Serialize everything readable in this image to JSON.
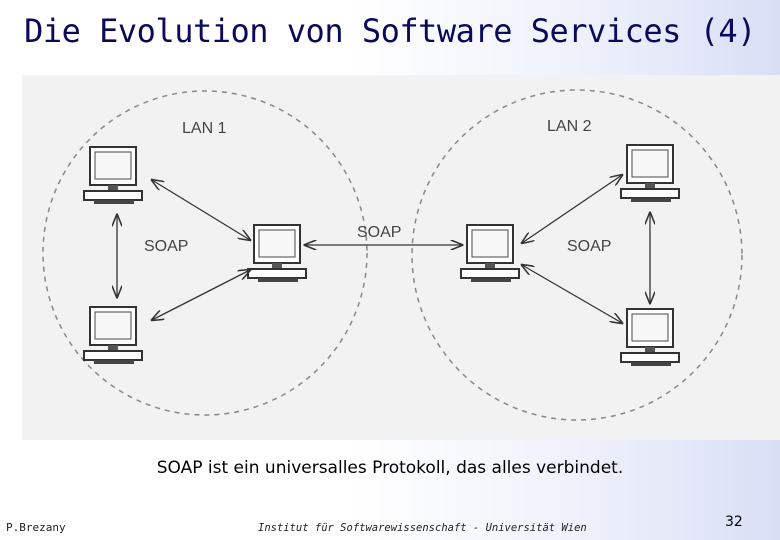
{
  "slide": {
    "title": "Die Evolution von Software Services (4)",
    "caption": "SOAP ist ein universalles Protokoll, das alles verbindet.",
    "author": "P.Brezany",
    "footer": "Institut für Softwarewissenschaft - Universität Wien",
    "page_number": "32"
  },
  "diagram": {
    "lan1_label": "LAN 1",
    "lan2_label": "LAN 2",
    "soap_left": "SOAP",
    "soap_center": "SOAP",
    "soap_right": "SOAP"
  }
}
